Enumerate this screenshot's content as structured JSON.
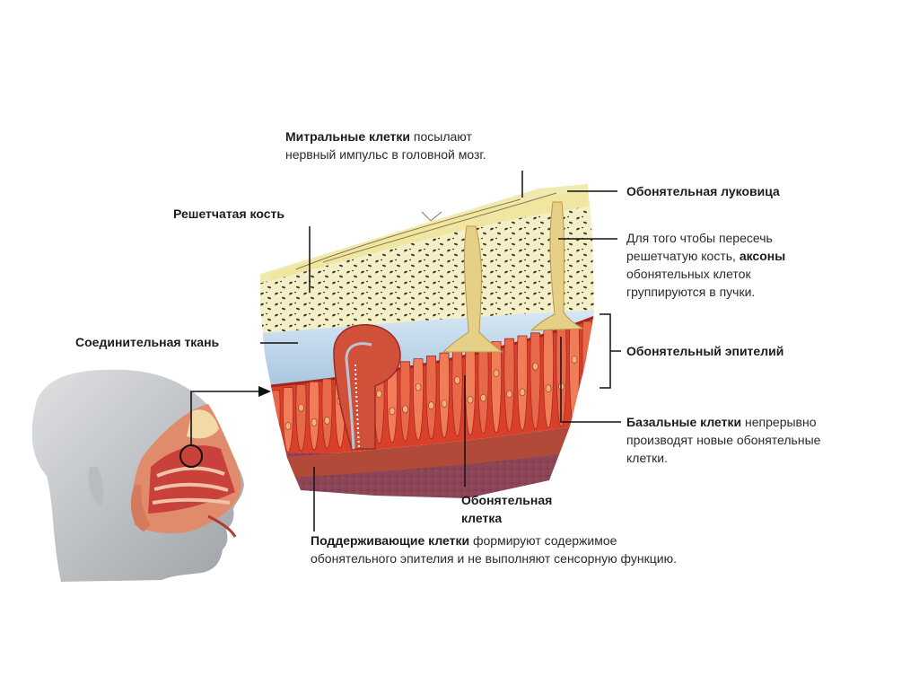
{
  "labels": {
    "mitral": {
      "bold": "Митральные клетки",
      "rest": " посылают",
      "line2": "нервный импульс в головной мозг."
    },
    "bulb": "Обонятельная луковица",
    "ethmoid": "Решетчатая кость",
    "axons": {
      "line1": "Для того чтобы пересечь",
      "line2a": "решетчатую кость, ",
      "line2b": "аксоны",
      "line3": "обонятельных клеток",
      "line4": "группируются в пучки."
    },
    "connective": "Соединительная ткань",
    "epithelium": "Обонятельный эпителий",
    "basal": {
      "bold": "Базальные клетки",
      "rest": " непрерывно",
      "line2": "производят новые обонятельные",
      "line3": "клетки."
    },
    "olfactory_cell": {
      "line1": "Обонятельная",
      "line2": "клетка"
    },
    "supporting": {
      "bold": "Поддерживающие клетки",
      "rest": " формируют содержимое",
      "line2": "обонятельного эпителия и не выполняют сенсорную функцию."
    }
  },
  "colors": {
    "bulb": "#f1eab0",
    "bone": "#f4efc6",
    "connective": "#c6dcee",
    "epithelium": "#d8402c",
    "lamina": "#8a4054",
    "axon": "#e3c878",
    "head": "#c9cccf"
  }
}
